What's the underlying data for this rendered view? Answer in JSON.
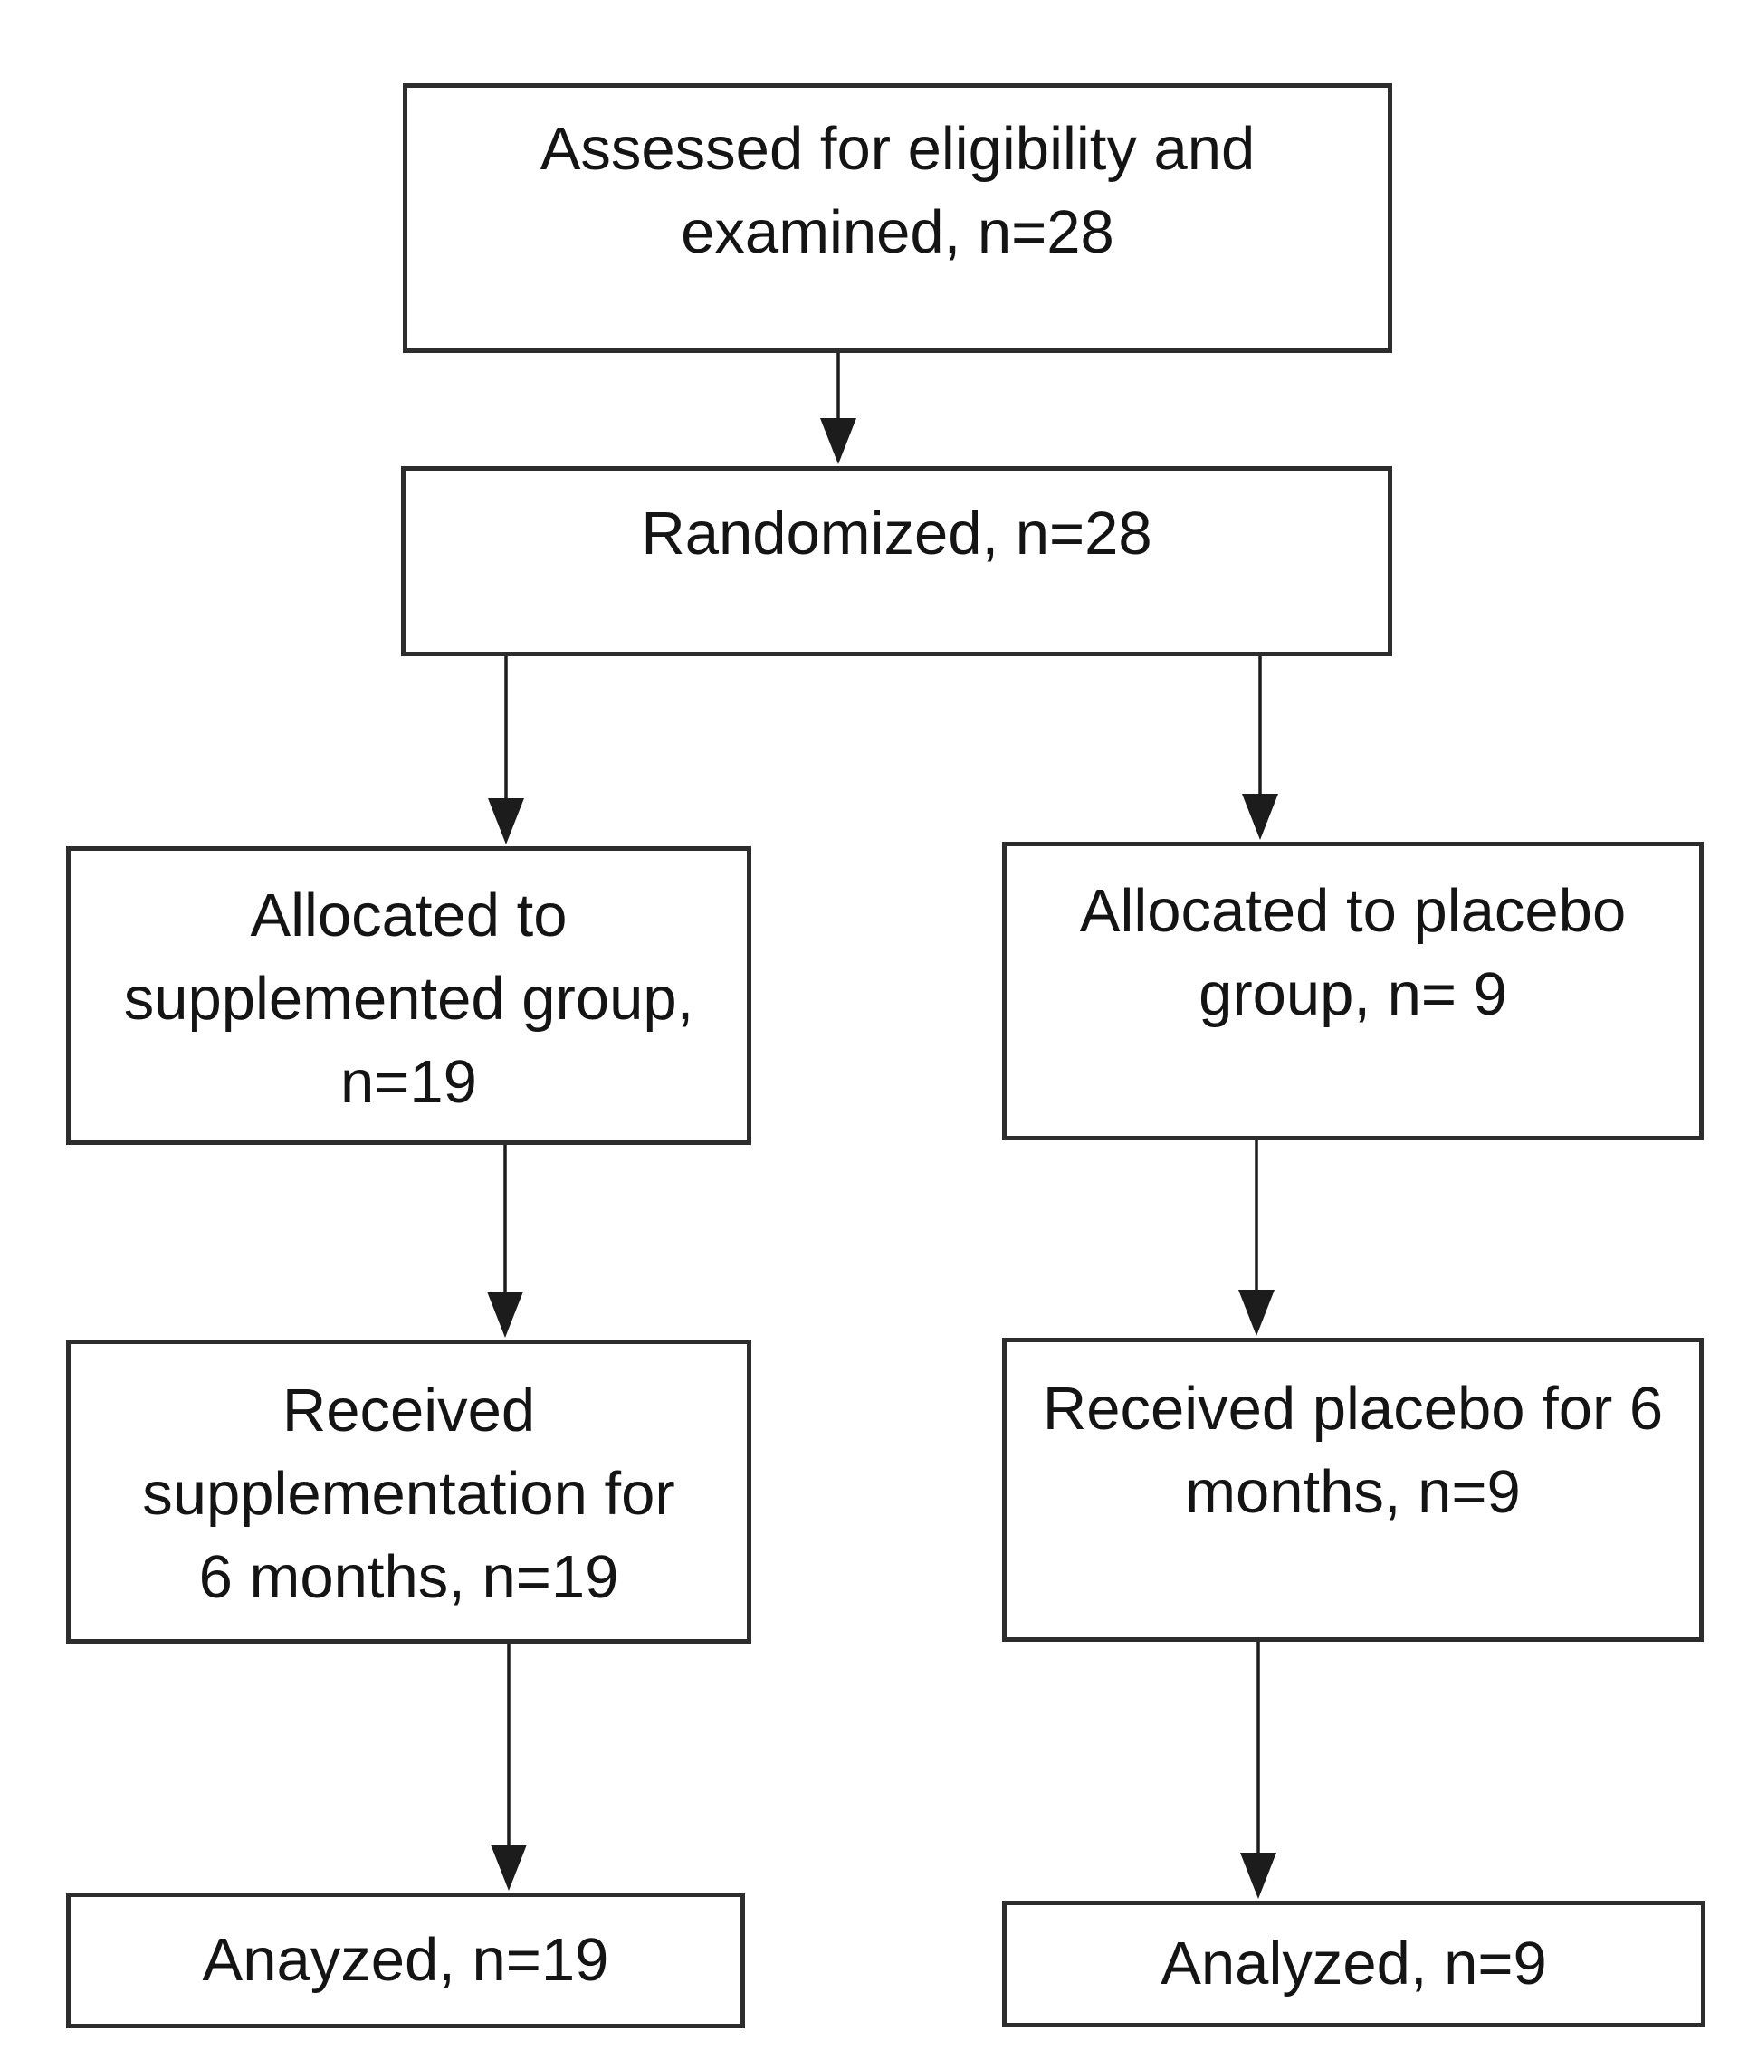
{
  "diagram": {
    "type": "flowchart",
    "boxes": {
      "assessed": {
        "label": "Assessed for eligibility and\nexamined, n=28"
      },
      "randomized": {
        "label": "Randomized, n=28"
      },
      "allocated_supplemented": {
        "label": "Allocated to\nsupplemented group,\nn=19"
      },
      "allocated_placebo": {
        "label": "Allocated to placebo\ngroup, n= 9"
      },
      "received_supplementation": {
        "label": "Received\nsupplementation for\n6 months, n=19"
      },
      "received_placebo": {
        "label": "Received placebo for 6\nmonths, n=9"
      },
      "analyzed_supplemented": {
        "label": "Anayzed, n=19"
      },
      "analyzed_placebo": {
        "label": "Analyzed, n=9"
      }
    },
    "counts": {
      "assessed": 28,
      "randomized": 28,
      "allocated_supplemented": 19,
      "allocated_placebo": 9,
      "received_supplementation": 19,
      "received_placebo": 9,
      "analyzed_supplemented": 19,
      "analyzed_placebo": 9
    },
    "colors": {
      "background": "#ffffff",
      "box_border": "#2d2d2d",
      "text": "#141414",
      "arrow": "#1c1c1c"
    }
  }
}
